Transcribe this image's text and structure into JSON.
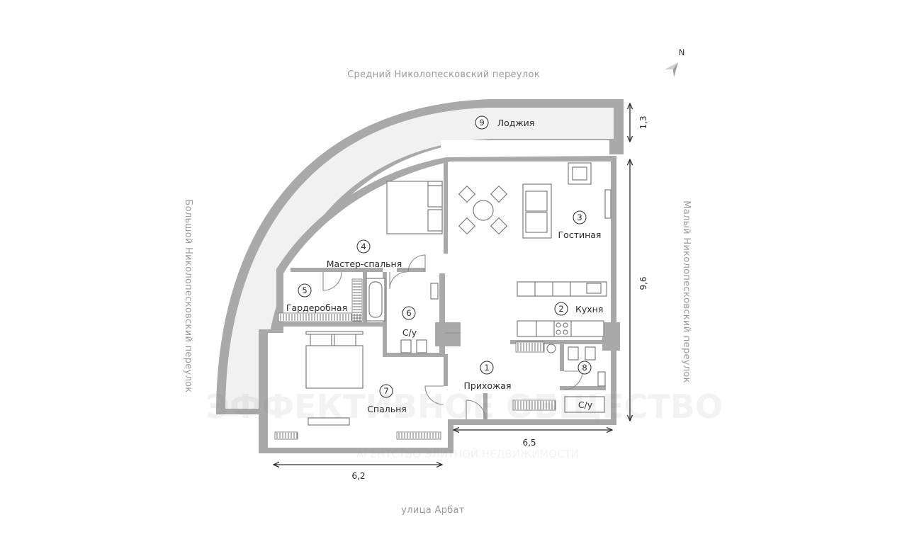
{
  "streets": {
    "north": "Средний Николопесковский переулок",
    "west": "Большой Николопесковский переулок",
    "east": "Малый Николопесковский переулок",
    "south": "улица Арбат"
  },
  "compass": {
    "label": "N"
  },
  "rooms": [
    {
      "number": "1",
      "name": "Прихожая"
    },
    {
      "number": "2",
      "name": "Кухня"
    },
    {
      "number": "3",
      "name": "Гостиная"
    },
    {
      "number": "4",
      "name": "Мастер-спальня"
    },
    {
      "number": "5",
      "name": "Гардеробная"
    },
    {
      "number": "6",
      "name": "С/у"
    },
    {
      "number": "7",
      "name": "Спальня"
    },
    {
      "number": "8",
      "name": ""
    },
    {
      "number": "9",
      "name": "Лоджия"
    }
  ],
  "wc2_label": "С/у",
  "dimensions": {
    "loggia_depth": "1,3",
    "east_length": "9,6",
    "hall_width": "6,5",
    "bedroom_width": "6,2"
  },
  "watermark": {
    "text": "ЭФФЕКТИВНОЕ ОБЩЕСТВО",
    "subtext": "АГЕНТСТВО ЭЛИТНОЙ НЕДВИЖИМОСТИ"
  },
  "colors": {
    "wall": "#a9a9a9",
    "text": "#2b2b2b",
    "street": "#9a9a9a"
  }
}
